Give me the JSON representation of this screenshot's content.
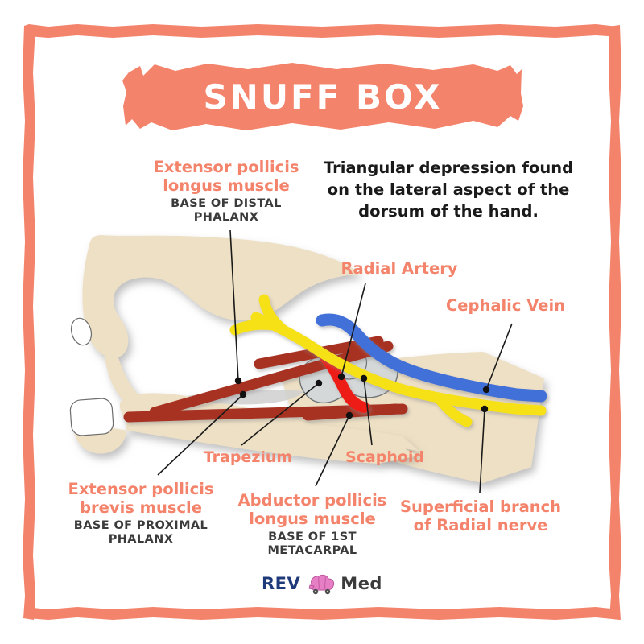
{
  "page": {
    "title": "SNUFF BOX",
    "background_color": "#ffffff",
    "accent_color": "#F4836B",
    "frame_color": "#F4836B"
  },
  "banner": {
    "title": "SNUFF BOX"
  },
  "description": {
    "text": "Triangular depression found on the lateral aspect of the dorsum of the hand."
  },
  "labels": {
    "extensor_pollicis_longus": {
      "name": "Extensor pollicis longus muscle",
      "attachment": "BASE OF DISTAL PHALANX"
    },
    "radial_artery": {
      "name": "Radial Artery"
    },
    "cephalic_vein": {
      "name": "Cephalic Vein"
    },
    "trapezium": {
      "name": "Trapezium"
    },
    "scaphoid": {
      "name": "Scaphoid"
    },
    "extensor_pollicis_brevis": {
      "name": "Extensor pollicis brevis muscle",
      "attachment": "BASE OF PROXIMAL PHALANX"
    },
    "abductor_pollicis_longus": {
      "name": "Abductor pollicis longus muscle",
      "attachment": "BASE OF 1ST METACARPAL"
    },
    "superficial_branch_radial_nerve": {
      "name": "Superficial branch of Radial nerve"
    }
  },
  "illustration": {
    "skin_color": "#EEE0C4",
    "bone_color": "#D5D8D8",
    "tendon_color": "#A83222",
    "artery_color": "#EE1B16",
    "vein_color": "#3F6FD8",
    "nerve_color": "#F5E119",
    "nail_color": "#FFFFFF"
  },
  "logo": {
    "rev": "REV",
    "med": "Med",
    "mark": "brain-car-icon"
  }
}
